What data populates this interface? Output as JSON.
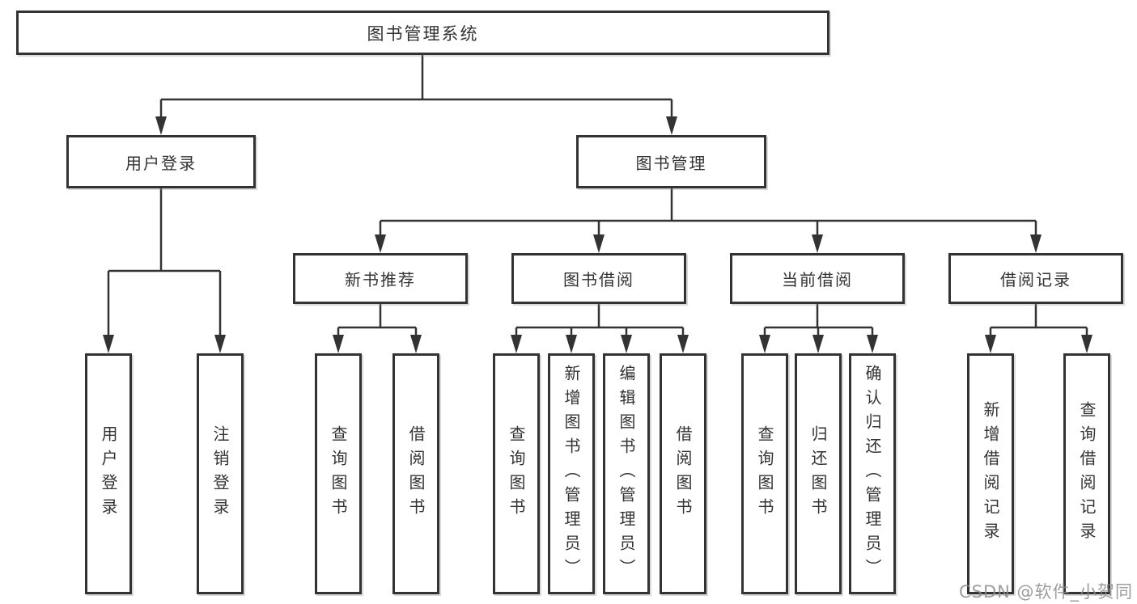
{
  "nodes": {
    "root": "图书管理系统",
    "level2": [
      "用户登录",
      "图书管理"
    ],
    "level3": [
      "新书推荐",
      "图书借阅",
      "当前借阅",
      "借阅记录"
    ],
    "leaves": [
      "用户登录",
      "注销登录",
      "查询图书",
      "借阅图书",
      "查询图书",
      "新增图书（管理员）",
      "编辑图书（管理员）",
      "借阅图书",
      "查询图书",
      "归还图书",
      "确认归还（管理员）",
      "新增借阅记录",
      "查询借阅记录"
    ]
  },
  "watermark": "CSDN @软件_小贺同学",
  "colors": {
    "line": "#333333",
    "box_border": "#333333",
    "box_fill": "#ffffff",
    "text": "#333333",
    "watermark": "#8c8c8c"
  }
}
